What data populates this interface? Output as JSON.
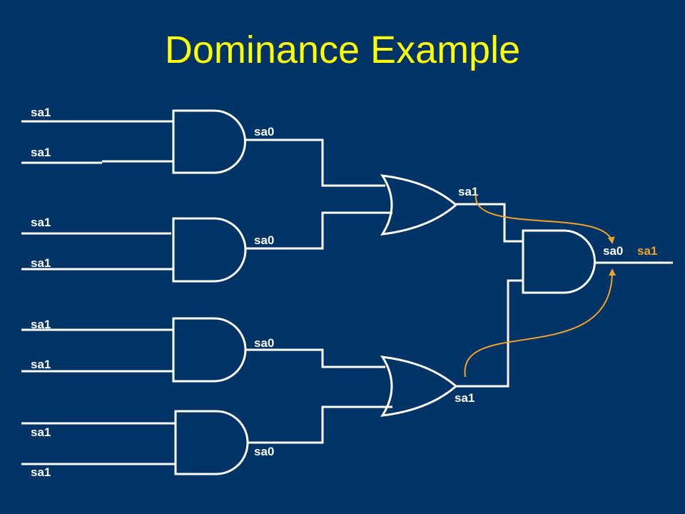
{
  "title": "Dominance Example",
  "colors": {
    "background": "#003366",
    "title": "#ffff00",
    "wire": "#ffffff",
    "highlight": "#f4a32a"
  },
  "labels": {
    "and1_in_a": "sa1",
    "and1_in_b": "sa1",
    "and1_out": "sa0",
    "and2_in_a": "sa1",
    "and2_in_b": "sa1",
    "and2_out": "sa0",
    "and3_in_a": "sa1",
    "and3_in_b": "sa1",
    "and3_out": "sa0",
    "and4_in_a": "sa1",
    "and4_in_b": "sa1",
    "and4_out": "sa0",
    "or1_out": "sa1",
    "or2_out": "sa1",
    "final_out_sa0": "sa0",
    "final_out_sa1": "sa1"
  }
}
